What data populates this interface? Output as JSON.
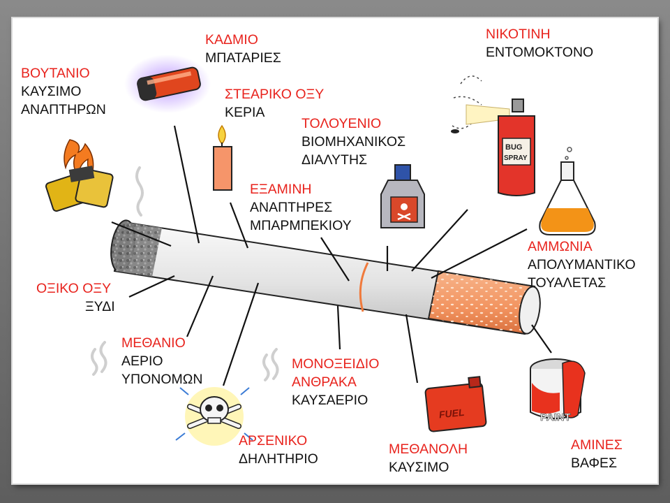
{
  "labels": {
    "butane": {
      "name": "ΒΟΥΤΑΝΙΟ",
      "use": [
        "ΚΑΥΣΙΜΟ",
        "ΑΝΑΠΤΗΡΩΝ"
      ]
    },
    "cadmium": {
      "name": "ΚΑΔΜΙΟ",
      "use": [
        "ΜΠΑΤΑΡΙΕΣ"
      ]
    },
    "stearic": {
      "name": "ΣΤΕΑΡΙΚΟ ΟΞΥ",
      "use": [
        "ΚΕΡΙΑ"
      ]
    },
    "toluene": {
      "name": "ΤΟΛΟΥΕΝΙΟ",
      "use": [
        "ΒΙΟΜΗΧΑΝΙΚΟΣ",
        "ΔΙΑΛΥΤΗΣ"
      ]
    },
    "hexamine": {
      "name": "ΕΞΑΜΙΝΗ",
      "use": [
        "ΑΝΑΠΤΗΡΕΣ",
        "ΜΠΑΡΜΠΕΚΙΟΥ"
      ]
    },
    "nicotine": {
      "name": "ΝΙΚΟΤΙΝΗ",
      "use": [
        "ΕΝΤΟΜΟΚΤΟΝΟ"
      ]
    },
    "ammonia": {
      "name": "ΑΜΜΩΝΙΑ",
      "use": [
        "ΑΠΟΛΥΜΑΝΤΙΚΟ",
        "ΤΟΥΑΛΕΤΑΣ"
      ]
    },
    "acetic": {
      "name": "ΟΞΙΚΟ ΟΞΥ",
      "use": [
        "ΞΥΔΙ"
      ]
    },
    "methane": {
      "name": "ΜΕΘΑΝΙΟ",
      "use": [
        "ΑΕΡΙΟ",
        "ΥΠΟΝΟΜΩΝ"
      ]
    },
    "carbon_monoxide": {
      "name": [
        "ΜΟΝΟΞΕΙΔΙΟ",
        "ΑΝΘΡΑΚΑ"
      ],
      "use": [
        "ΚΑΥΣΑΕΡΙΟ"
      ]
    },
    "arsenic": {
      "name": "ΑΡΣΕΝΙΚΟ",
      "use": [
        "ΔΗΛΗΤΗΡΙΟ"
      ]
    },
    "methanol": {
      "name": "ΜΕΘΑΝΟΛΗ",
      "use": [
        "ΚΑΥΣΙΜΟ"
      ]
    },
    "amines": {
      "name": "ΑΜΙΝΕΣ",
      "use": [
        "ΒΑΦΕΣ"
      ]
    }
  },
  "drawn_text": {
    "bug_spray": [
      "BUG",
      "SPRAY"
    ],
    "fuel": "FUEL",
    "paint": "PAINT"
  },
  "colors": {
    "label_red": "#e8231d",
    "label_black": "#111111",
    "filter": "#f49a6a",
    "paper": "#e6e6e6",
    "ember": "#8a8a8a"
  }
}
